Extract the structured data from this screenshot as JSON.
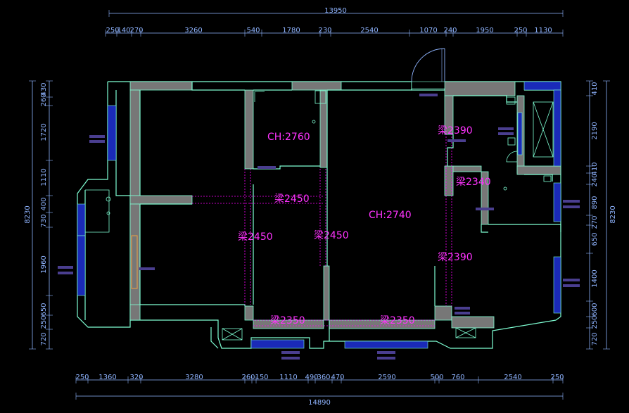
{
  "title": "",
  "dims_top_total": "13950",
  "dims_top": [
    "250",
    "140",
    "270",
    "3260",
    "540",
    "1780",
    "230",
    "2540",
    "1070",
    "240",
    "1950",
    "250",
    "1130"
  ],
  "dims_bottom_total": "14890",
  "dims_bottom": [
    "250",
    "1360",
    "320",
    "3280",
    "260",
    "150",
    "1110",
    "490",
    "360",
    "470",
    "2590",
    "500",
    "760",
    "2540",
    "250"
  ],
  "dims_left_total": "8230",
  "dims_left": [
    "430",
    "260",
    "1720",
    "1110",
    "400",
    "730",
    "1960",
    "650",
    "250",
    "720"
  ],
  "dims_right_total": "8230",
  "dims_right": [
    "410",
    "2190",
    "410",
    "240",
    "890",
    "270",
    "650",
    "1400",
    "600",
    "250",
    "720"
  ],
  "ceiling_labels": [
    "CH:2760",
    "CH:2740"
  ],
  "beam_labels": [
    "梁2390",
    "梁2340",
    "梁2450",
    "梁2450",
    "梁2450",
    "梁2390",
    "梁2350",
    "梁2350"
  ],
  "colors": {
    "wall_line": "#7fffd4",
    "wall_fill": "#777777",
    "window": "#1a2ab8",
    "beam": "#ff00ff",
    "dimension": "#8fb4ff",
    "tag": "#4a3e8f"
  }
}
